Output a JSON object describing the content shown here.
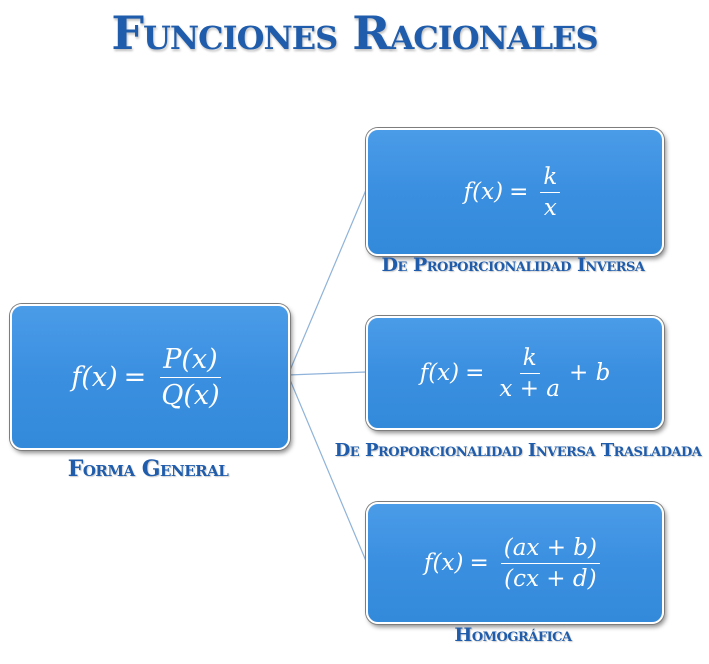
{
  "title": "Funciones Racionales",
  "colors": {
    "title": "#1f5cab",
    "box_fill": "#3b8fe0",
    "box_border": "#ffffff",
    "connector": "#8fb3d9"
  },
  "general": {
    "label": "Forma General",
    "lhs": "f(x)",
    "op": "=",
    "numerator": "P(x)",
    "denominator": "Q(x)"
  },
  "branches": [
    {
      "label": "De Proporcionalidad Inversa",
      "lhs": "f(x)",
      "op": "=",
      "numerator": "k",
      "denominator": "x"
    },
    {
      "label": "De Proporcionalidad Inversa Trasladada",
      "lhs": "f(x)",
      "op": "=",
      "numerator": "k",
      "denominator": "x + a",
      "tail": "+ b"
    },
    {
      "label": "Homográfica",
      "lhs": "f(x)",
      "op": "=",
      "numerator": "(ax + b)",
      "denominator": "(cx + d)"
    }
  ]
}
